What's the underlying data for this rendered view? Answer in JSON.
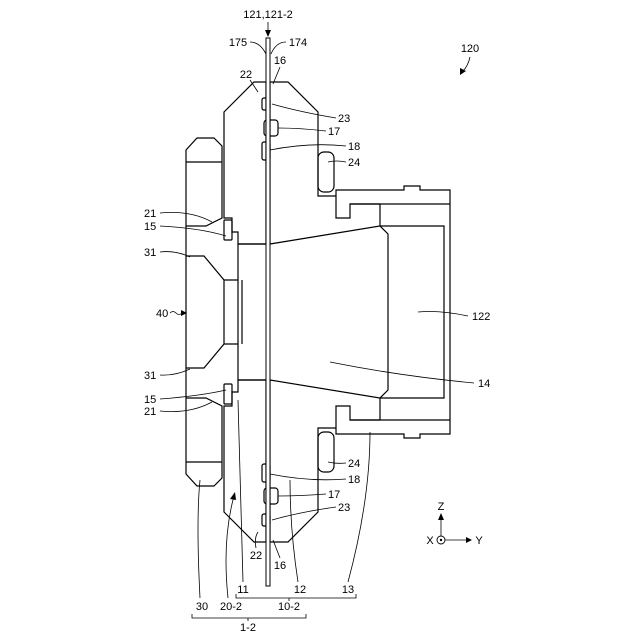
{
  "figure": {
    "reference_numerals": [
      "121,121-2",
      "175",
      "174",
      "120",
      "16",
      "22",
      "23",
      "17",
      "18",
      "24",
      "21",
      "15",
      "31",
      "40",
      "122",
      "31",
      "14",
      "15",
      "21",
      "24",
      "18",
      "17",
      "23",
      "22",
      "16",
      "11",
      "12",
      "13",
      "30",
      "20-2",
      "10-2",
      "1-2"
    ],
    "axes": {
      "z": "Z",
      "x": "X",
      "y": "Y"
    }
  },
  "colors": {
    "line": "#000000",
    "background": "#ffffff"
  }
}
